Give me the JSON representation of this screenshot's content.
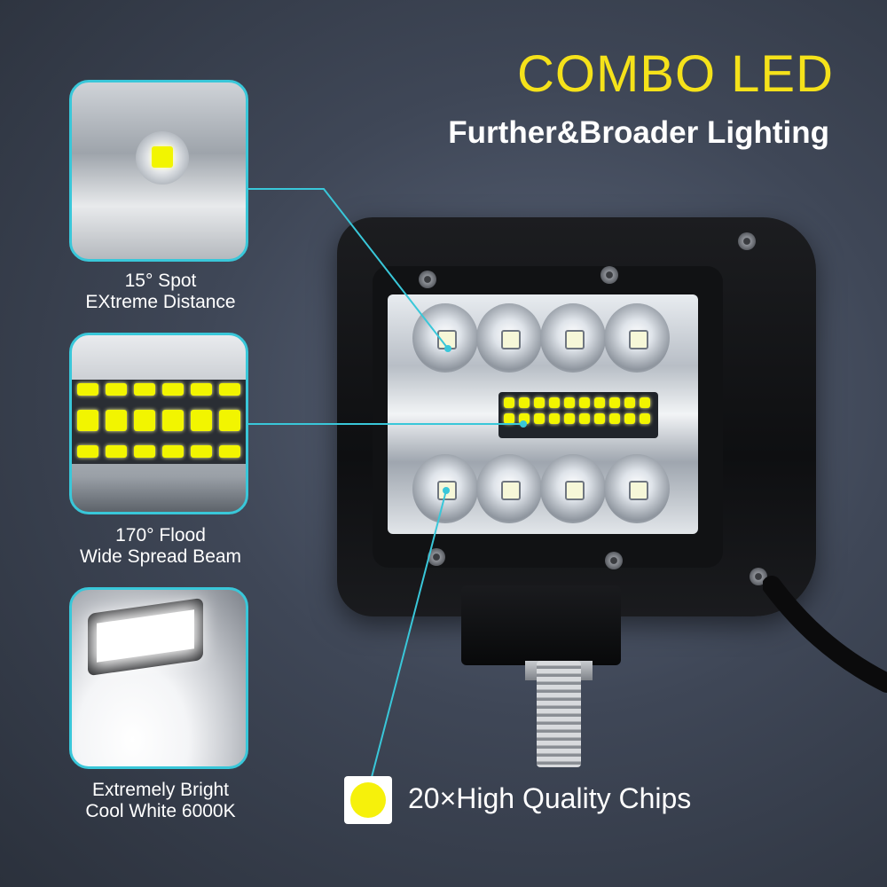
{
  "headline": "COMBO LED",
  "subheadline": "Further&Broader Lighting",
  "callouts": [
    {
      "line1": "15° Spot",
      "line2": "EXtreme Distance"
    },
    {
      "line1": "170° Flood",
      "line2": "Wide Spread Beam"
    },
    {
      "line1": "Extremely Bright",
      "line2": "Cool White 6000K"
    }
  ],
  "chip_legend": "20×High Quality Chips",
  "colors": {
    "accent_yellow": "#f5e21a",
    "callout_border": "#39c7d9",
    "chip_yellow": "#f2f500"
  }
}
